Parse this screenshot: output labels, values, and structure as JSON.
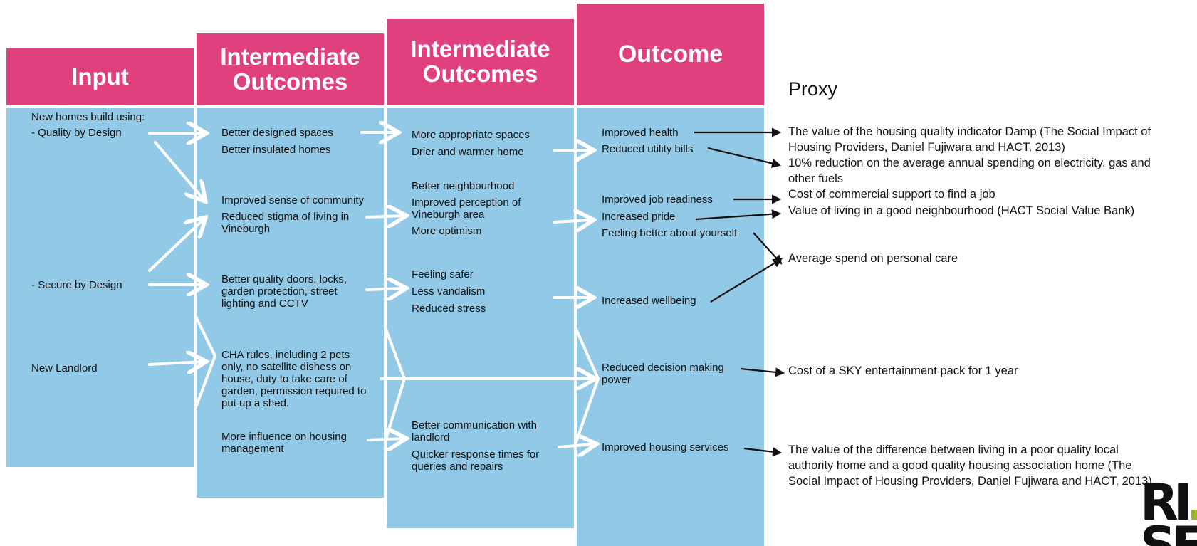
{
  "columns": {
    "input": {
      "header": "Input",
      "items": [
        "New homes build using:",
        "- Quality by Design",
        "- Secure by Design",
        "New Landlord"
      ]
    },
    "intermediate1": {
      "header": "Intermediate\nOutcomes",
      "items": [
        "Better designed spaces",
        "Better insulated homes",
        "Improved sense of community",
        "Reduced stigma of living in\nVineburgh",
        "Better quality doors, locks,\ngarden protection, street\nlighting and CCTV",
        "CHA rules, including 2 pets\nonly, no satellite dishess on\nhouse, duty to take care of\ngarden, permission required to\nput up a shed.",
        "More influence on housing\nmanagement"
      ]
    },
    "intermediate2": {
      "header": "Intermediate\nOutcomes",
      "items": [
        "More appropriate spaces",
        "Drier and warmer home",
        "Better neighbourhood",
        "Improved perception of\nVineburgh area",
        "More optimism",
        "Feeling safer",
        "Less vandalism",
        "Reduced stress",
        "Better communication with\nlandlord",
        "Quicker response times for\nqueries and repairs"
      ]
    },
    "outcome": {
      "header": "Outcome",
      "items": [
        "Improved health",
        "Reduced utility bills",
        "Improved job readiness",
        "Increased pride",
        "Feeling better about yourself",
        "Increased wellbeing",
        "Reduced decision making\npower",
        "Improved housing services"
      ]
    }
  },
  "proxy": {
    "header": "Proxy",
    "items": [
      "The value of the housing quality indicator Damp (The Social Impact of\nHousing Providers, Daniel Fujiwara and HACT, 2013)",
      "10% reduction on the average annual spending on electricity, gas and\nother fuels",
      "Cost of commercial support to find a job",
      "Value of living in a good neighbourhood (HACT Social Value Bank)",
      "Average spend on personal care",
      "Cost of a SKY entertainment pack for 1 year",
      "The value of the difference between living in a poor quality local\nauthority home and a good quality housing association home (The\nSocial Impact of Housing Providers, Daniel Fujiwara and HACT, 2013)"
    ]
  },
  "logo": {
    "text": "RI\nSE"
  },
  "colors": {
    "header": "#e0407d",
    "body": "#92c9e6",
    "arrow_white": "#ffffff",
    "arrow_black": "#111111",
    "logo_accent": "#99b82a"
  }
}
